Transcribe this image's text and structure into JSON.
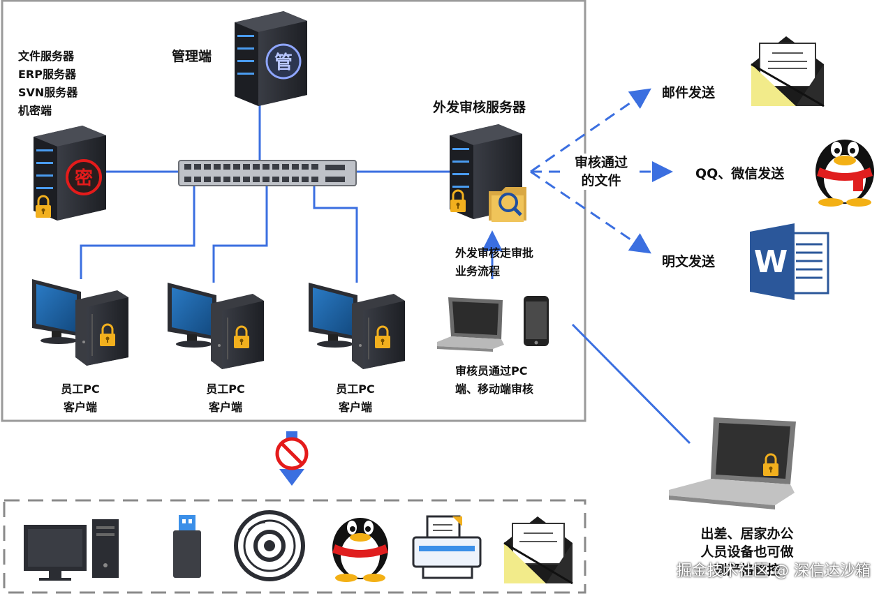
{
  "labels": {
    "servers": [
      "文件服务器",
      "ERP服务器",
      "SVN服务器",
      "机密端"
    ],
    "admin": "管理端",
    "audit_server": "外发审核服务器",
    "approval_flow": [
      "外发审核走审批",
      "业务流程"
    ],
    "approved_files": [
      "审核通过",
      "的文件"
    ],
    "email_send": "邮件发送",
    "qq_wechat_send": "QQ、微信发送",
    "plaintext_send": "明文发送",
    "client_1": [
      "员工PC",
      "客户端"
    ],
    "client_2": [
      "员工PC",
      "客户端"
    ],
    "client_3": [
      "员工PC",
      "客户端"
    ],
    "reviewer": [
      "审核员通过PC",
      "端、移动端审核"
    ],
    "remote": [
      "出差、居家办公",
      "人员设备也可做",
      "到严格管控"
    ]
  },
  "icons": {
    "admin_server_badge": "管",
    "secret_server_badge": "密",
    "word_letter": "W"
  },
  "watermark": "掘金技术社区 @ 深信达沙箱",
  "colors": {
    "line": "#3b6fe0",
    "frame": "#9a9a9a",
    "server": "#2b2d33",
    "screen": "#1f5d9e",
    "lock": "#f2b01e",
    "block": "#e41b1b"
  }
}
